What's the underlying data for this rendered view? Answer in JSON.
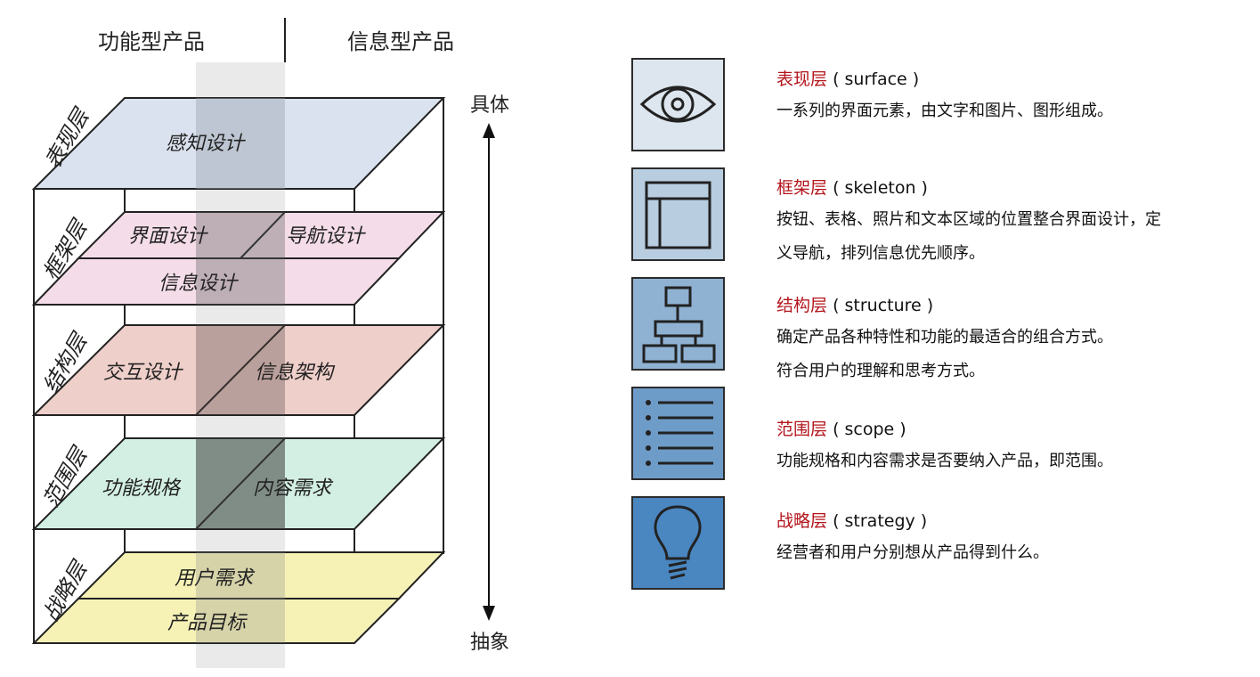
{
  "diagram": {
    "top_left_header": "功能型产品",
    "top_right_header": "信息型产品",
    "axis_top": "具体",
    "axis_bottom": "抽象",
    "layers": [
      {
        "side_label": "表现层",
        "planes": [
          "感知设计"
        ]
      },
      {
        "side_label": "框架层",
        "planes": [
          "界面设计",
          "导航设计",
          "信息设计"
        ]
      },
      {
        "side_label": "结构层",
        "planes": [
          "交互设计",
          "信息架构"
        ]
      },
      {
        "side_label": "范围层",
        "planes": [
          "功能规格",
          "内容需求"
        ]
      },
      {
        "side_label": "战略层",
        "planes": [
          "用户需求",
          "产品目标"
        ]
      }
    ],
    "colors": {
      "surface": "#dbe2ef",
      "skeleton": "#f4dde8",
      "structure": "#efcfca",
      "scope": "#d3efe3",
      "strategy": "#f6f2b6"
    }
  },
  "legend": [
    {
      "icon": "eye-icon",
      "title_cn": "表现层",
      "title_en": "( surface )",
      "lines": [
        "一系列的界面元素，由文字和图片、图形组成。"
      ],
      "icon_bg": "#dde6ee"
    },
    {
      "icon": "wireframe-layout-icon",
      "title_cn": "框架层",
      "title_en": "( skeleton )",
      "lines": [
        "按钮、表格、照片和文本区域的位置整合界面设计，定",
        "义导航，排列信息优先顺序。"
      ],
      "icon_bg": "#b9cde0"
    },
    {
      "icon": "hierarchy-chart-icon",
      "title_cn": "结构层",
      "title_en": "( structure )",
      "lines": [
        "确定产品各种特性和功能的最适合的组合方式。",
        "符合用户的理解和思考方式。"
      ],
      "icon_bg": "#8fb2d3"
    },
    {
      "icon": "list-icon",
      "title_cn": "范围层",
      "title_en": "( scope )",
      "lines": [
        "功能规格和内容需求是否要纳入产品，即范围。"
      ],
      "icon_bg": "#6e9cc8"
    },
    {
      "icon": "lightbulb-icon",
      "title_cn": "战略层",
      "title_en": "( strategy )",
      "lines": [
        "经营者和用户分别想从产品得到什么。"
      ],
      "icon_bg": "#4a86c0"
    }
  ]
}
